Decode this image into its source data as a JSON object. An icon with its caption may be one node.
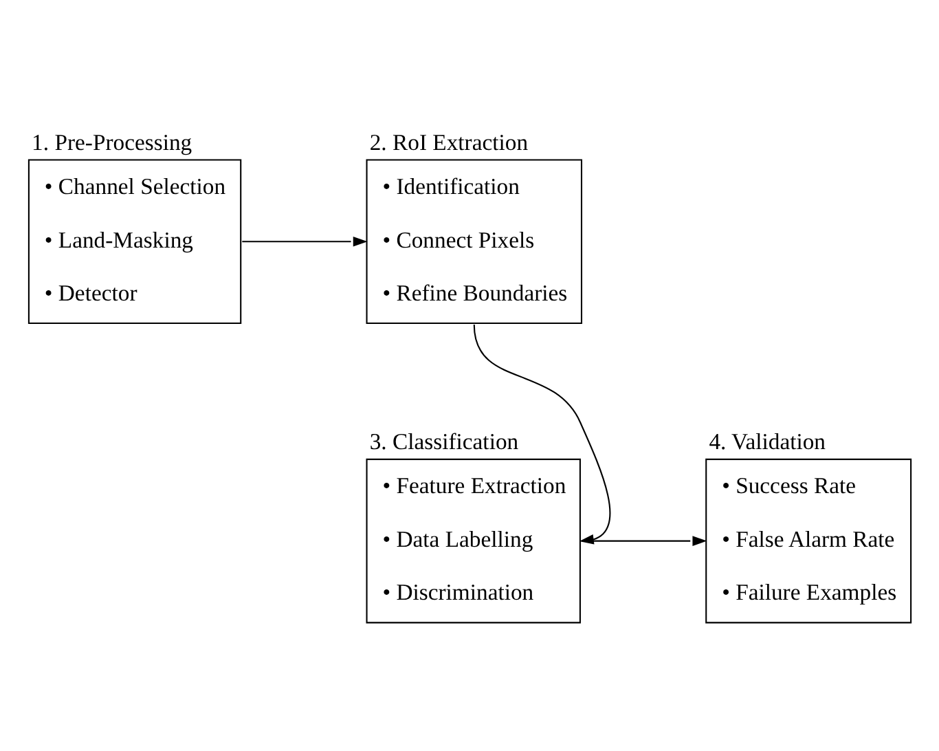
{
  "diagram": {
    "nodes": [
      {
        "text": [
          "1. Pre-Processing",
          "• Channel Selection",
          "• Land-Masking",
          "• Detector"
        ]
      },
      {
        "text": [
          "2. RoI Extraction",
          "• Identification",
          "• Connect Pixels",
          "• Refine Boundaries"
        ]
      },
      {
        "text": [
          "3. Classification",
          "• Feature Extraction",
          "• Data Labelling",
          "• Discrimination"
        ]
      },
      {
        "text": [
          "4. Validation",
          "• Success Rate",
          "• False Alarm Rate",
          "• Failure Examples"
        ]
      }
    ],
    "edges": [
      {
        "from": 0,
        "to": 1,
        "arrow": "to"
      },
      {
        "from": 1,
        "to": 2,
        "arrow": "to"
      },
      {
        "from": 2,
        "to": 3,
        "arrow": "to"
      }
    ]
  }
}
